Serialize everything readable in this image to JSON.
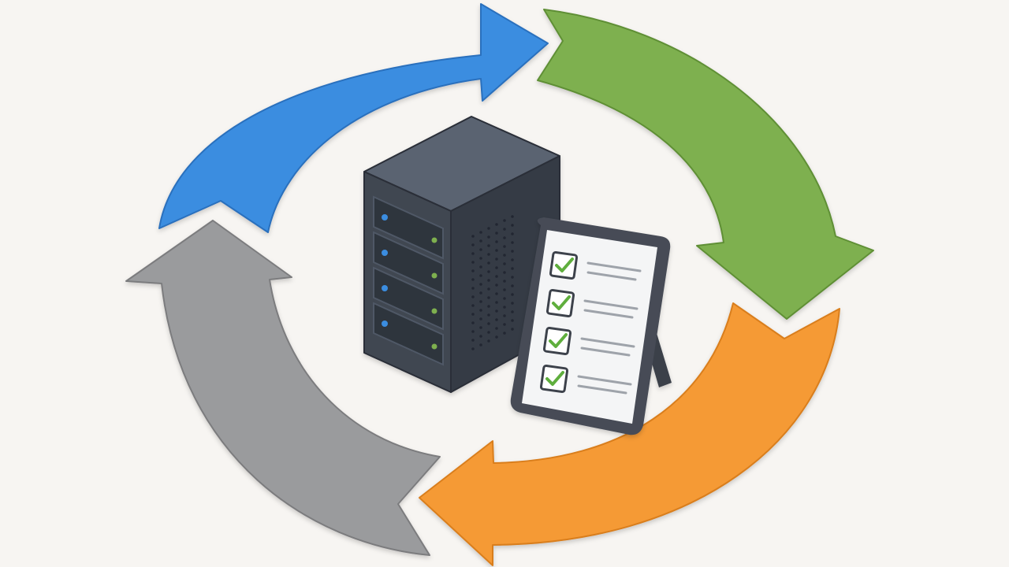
{
  "background": "#f7f5f2",
  "cycle_arrows": [
    {
      "id": "blue",
      "color": "#3a8de0",
      "edge": "#2a70bd"
    },
    {
      "id": "green",
      "color": "#7eb04f",
      "edge": "#5f8f36"
    },
    {
      "id": "orange",
      "color": "#f59a36",
      "edge": "#d97e1e"
    },
    {
      "id": "gray",
      "color": "#9a9b9d",
      "edge": "#7b7c7e"
    }
  ],
  "server": {
    "icon": "server-tower-icon",
    "body_color": "#3f4651",
    "top_color": "#5a6371",
    "led_blue": "#3a8de0",
    "led_green": "#7eb04f"
  },
  "checklist": {
    "icon": "checklist-clipboard-icon",
    "frame_color": "#464c56",
    "check_color": "#5fae3e",
    "items_checked": 4,
    "items_total": 4
  }
}
